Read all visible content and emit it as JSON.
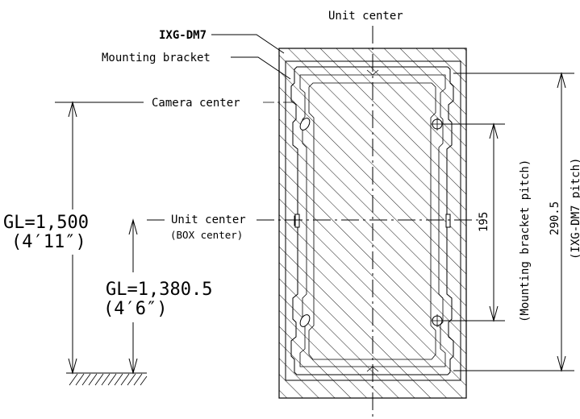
{
  "labels": {
    "unit_center_top": "Unit center",
    "model": "IXG-DM7",
    "mounting_bracket": "Mounting bracket",
    "camera_center": "Camera center",
    "unit_center_mid": "Unit center",
    "box_center": "(BOX center)",
    "gl_camera": "GL=1,500",
    "gl_camera_imperial": "(4′11″)",
    "gl_unit": "GL=1,380.5",
    "gl_unit_imperial": "(4′6″)",
    "pitch_bracket_value": "195",
    "pitch_bracket_label": "(Mounting bracket pitch)",
    "pitch_unit_value": "290.5",
    "pitch_unit_label": "(IXG-DM7 pitch)"
  }
}
